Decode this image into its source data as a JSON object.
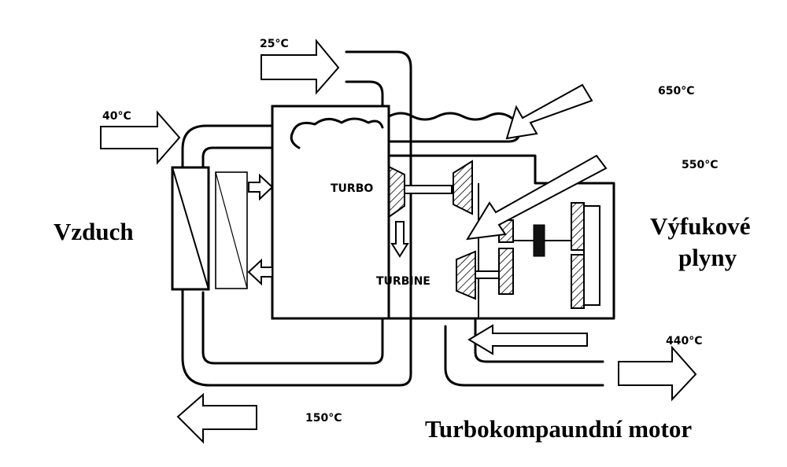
{
  "labels": {
    "t_25": "25°C",
    "t_40": "40°C",
    "t_650": "650°C",
    "t_550": "550°C",
    "t_440": "440°C",
    "t_150": "150°C",
    "turbo": "TURBO",
    "turbine": "TURBINE",
    "air": "Vzduch",
    "exhaust_line1": "Výfukové",
    "exhaust_line2": "plyny",
    "title": "Turbokompaundní motor"
  },
  "colors": {
    "stroke": "#000000",
    "background": "#ffffff",
    "shaft_block": "#111111"
  }
}
